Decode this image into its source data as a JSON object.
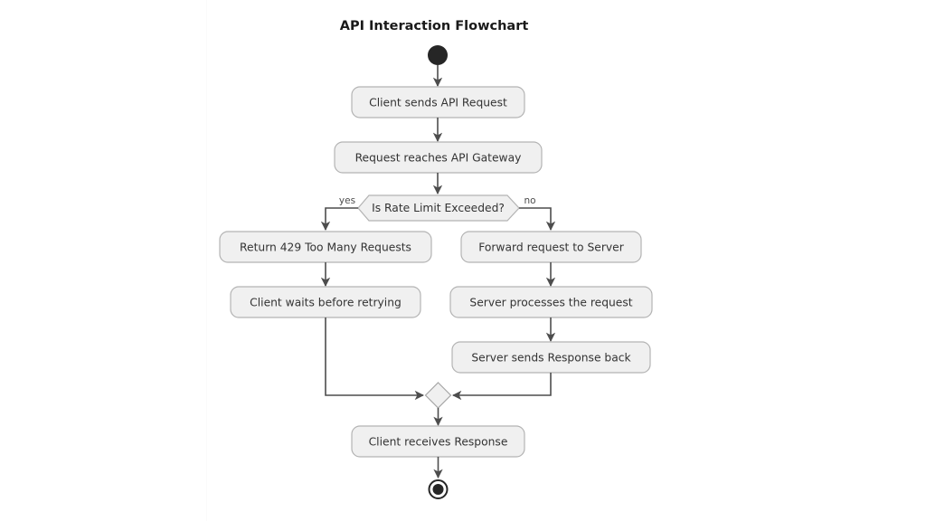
{
  "diagram": {
    "title": "API Interaction Flowchart",
    "type": "uml-activity-flowchart",
    "background_color": "#ffffff",
    "node_fill": "#f0f0f0",
    "node_stroke": "#b3b3b3",
    "edge_color": "#4d4d4d",
    "text_color": "#333333",
    "start_node": {
      "name": "start",
      "shape": "filled-circle"
    },
    "end_node": {
      "name": "end",
      "shape": "circle-in-ring"
    },
    "nodes": [
      {
        "id": "n1",
        "label": "Client sends API Request",
        "shape": "rounded-rect"
      },
      {
        "id": "n2",
        "label": "Request reaches API Gateway",
        "shape": "rounded-rect"
      },
      {
        "id": "d1",
        "label": "Is Rate Limit Exceeded?",
        "shape": "hexagon"
      },
      {
        "id": "n3",
        "label": "Return 429 Too Many Requests",
        "shape": "rounded-rect"
      },
      {
        "id": "n4",
        "label": "Client waits before retrying",
        "shape": "rounded-rect"
      },
      {
        "id": "n5",
        "label": "Forward request to Server",
        "shape": "rounded-rect"
      },
      {
        "id": "n6",
        "label": "Server processes the request",
        "shape": "rounded-rect"
      },
      {
        "id": "n7",
        "label": "Server sends Response back",
        "shape": "rounded-rect"
      },
      {
        "id": "m1",
        "label": "",
        "shape": "diamond-merge"
      },
      {
        "id": "n8",
        "label": "Client receives Response",
        "shape": "rounded-rect"
      }
    ],
    "edge_labels": {
      "yes": "yes",
      "no": "no"
    },
    "edges": [
      {
        "from": "start",
        "to": "n1",
        "label": ""
      },
      {
        "from": "n1",
        "to": "n2",
        "label": ""
      },
      {
        "from": "n2",
        "to": "d1",
        "label": ""
      },
      {
        "from": "d1",
        "to": "n3",
        "label": "yes"
      },
      {
        "from": "d1",
        "to": "n5",
        "label": "no"
      },
      {
        "from": "n3",
        "to": "n4",
        "label": ""
      },
      {
        "from": "n4",
        "to": "m1",
        "label": ""
      },
      {
        "from": "n5",
        "to": "n6",
        "label": ""
      },
      {
        "from": "n6",
        "to": "n7",
        "label": ""
      },
      {
        "from": "n7",
        "to": "m1",
        "label": ""
      },
      {
        "from": "m1",
        "to": "n8",
        "label": ""
      },
      {
        "from": "n8",
        "to": "end",
        "label": ""
      }
    ]
  }
}
